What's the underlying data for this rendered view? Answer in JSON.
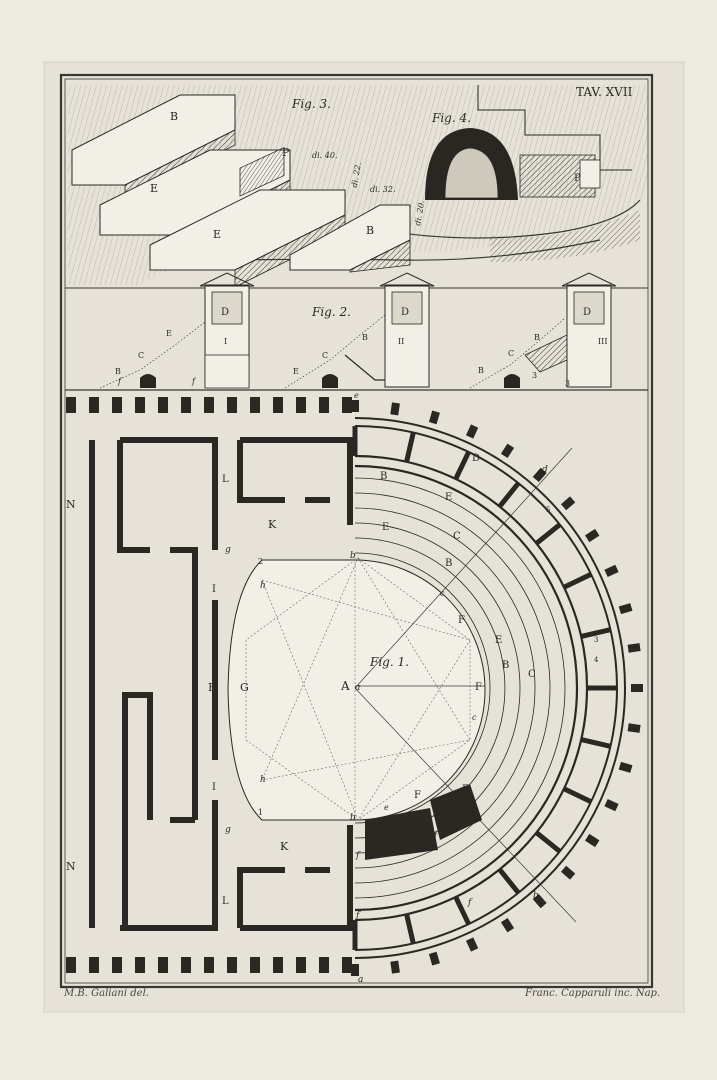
{
  "plate": {
    "title": "TAV. XVII",
    "credits": {
      "left": "M.B. Galiani del.",
      "right": "Franc. Capparuli inc. Nap."
    }
  },
  "fig3": {
    "title": "Fig. 3.",
    "labels": {
      "b": "B",
      "p": "P",
      "e": "E"
    },
    "dims": [
      "di. 40.",
      "di. 22.",
      "di. 32.",
      "di. 20."
    ]
  },
  "fig4": {
    "title": "Fig. 4.",
    "p": "P"
  },
  "fig2": {
    "title": "Fig. 2.",
    "d": "D",
    "b": "B",
    "c": "C",
    "e": "E",
    "f": "f",
    "sections": [
      "I",
      "II",
      "III"
    ],
    "three": "3"
  },
  "fig1": {
    "title": "Fig. 1.",
    "letters": {
      "a": "A",
      "a_small": "a",
      "b": "B",
      "c": "C",
      "d": "D",
      "e": "E",
      "f": "F",
      "g": "G",
      "h": "H",
      "i": "I",
      "k": "K",
      "l": "L",
      "n": "N",
      "b_small": "b",
      "c_small": "c",
      "d_small": "d",
      "e_small": "e",
      "f_small": "f",
      "g_small": "g",
      "h_small": "h",
      "one": "1",
      "two": "2",
      "three": "3",
      "four": "4",
      "five": "5"
    }
  },
  "colors": {
    "paper": "#eeebe3",
    "ink": "#2b2824",
    "frame": "#3a3632",
    "plate": "#e4e0d6"
  }
}
